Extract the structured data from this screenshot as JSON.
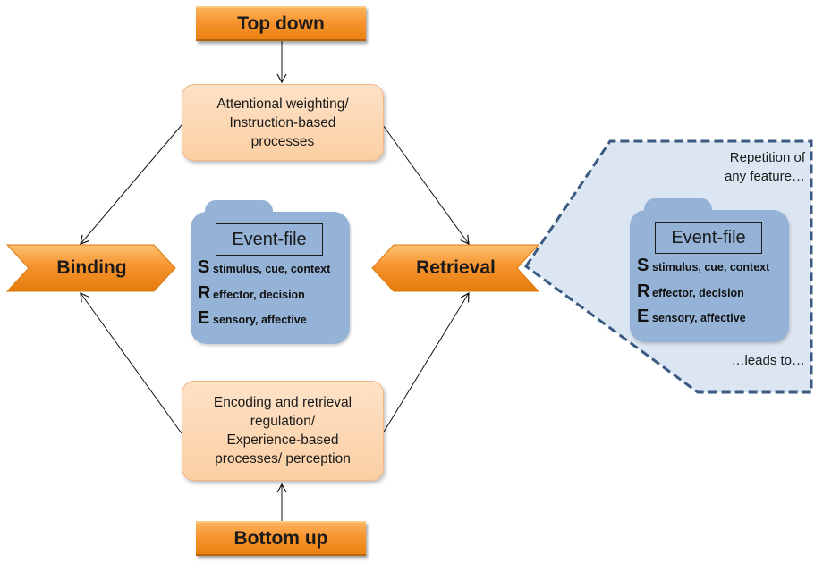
{
  "diagram": {
    "top_down": "Top down",
    "bottom_up": "Bottom up",
    "top_process": {
      "lines": [
        "Attentional weighting/",
        "Instruction-based",
        "processes"
      ]
    },
    "bottom_process": {
      "lines": [
        "Encoding and retrieval",
        "regulation/",
        "Experience-based",
        "processes/ perception"
      ]
    },
    "binding": "Binding",
    "retrieval": "Retrieval",
    "event_file": {
      "title": "Event-file",
      "rows": [
        {
          "letter": "S",
          "desc": "stimulus, cue, context"
        },
        {
          "letter": "R",
          "desc": "effector, decision"
        },
        {
          "letter": "E",
          "desc": "sensory, affective"
        }
      ]
    },
    "callout": {
      "top_lines": [
        "Repetition of",
        "any feature…"
      ],
      "bottom_text": "…leads to…"
    },
    "colors": {
      "orange": "#f7942f",
      "peach": "#fbcfa3",
      "folder_blue": "#95b3d7",
      "callout_fill": "#dce6f2",
      "callout_border": "#3b5a82"
    }
  }
}
